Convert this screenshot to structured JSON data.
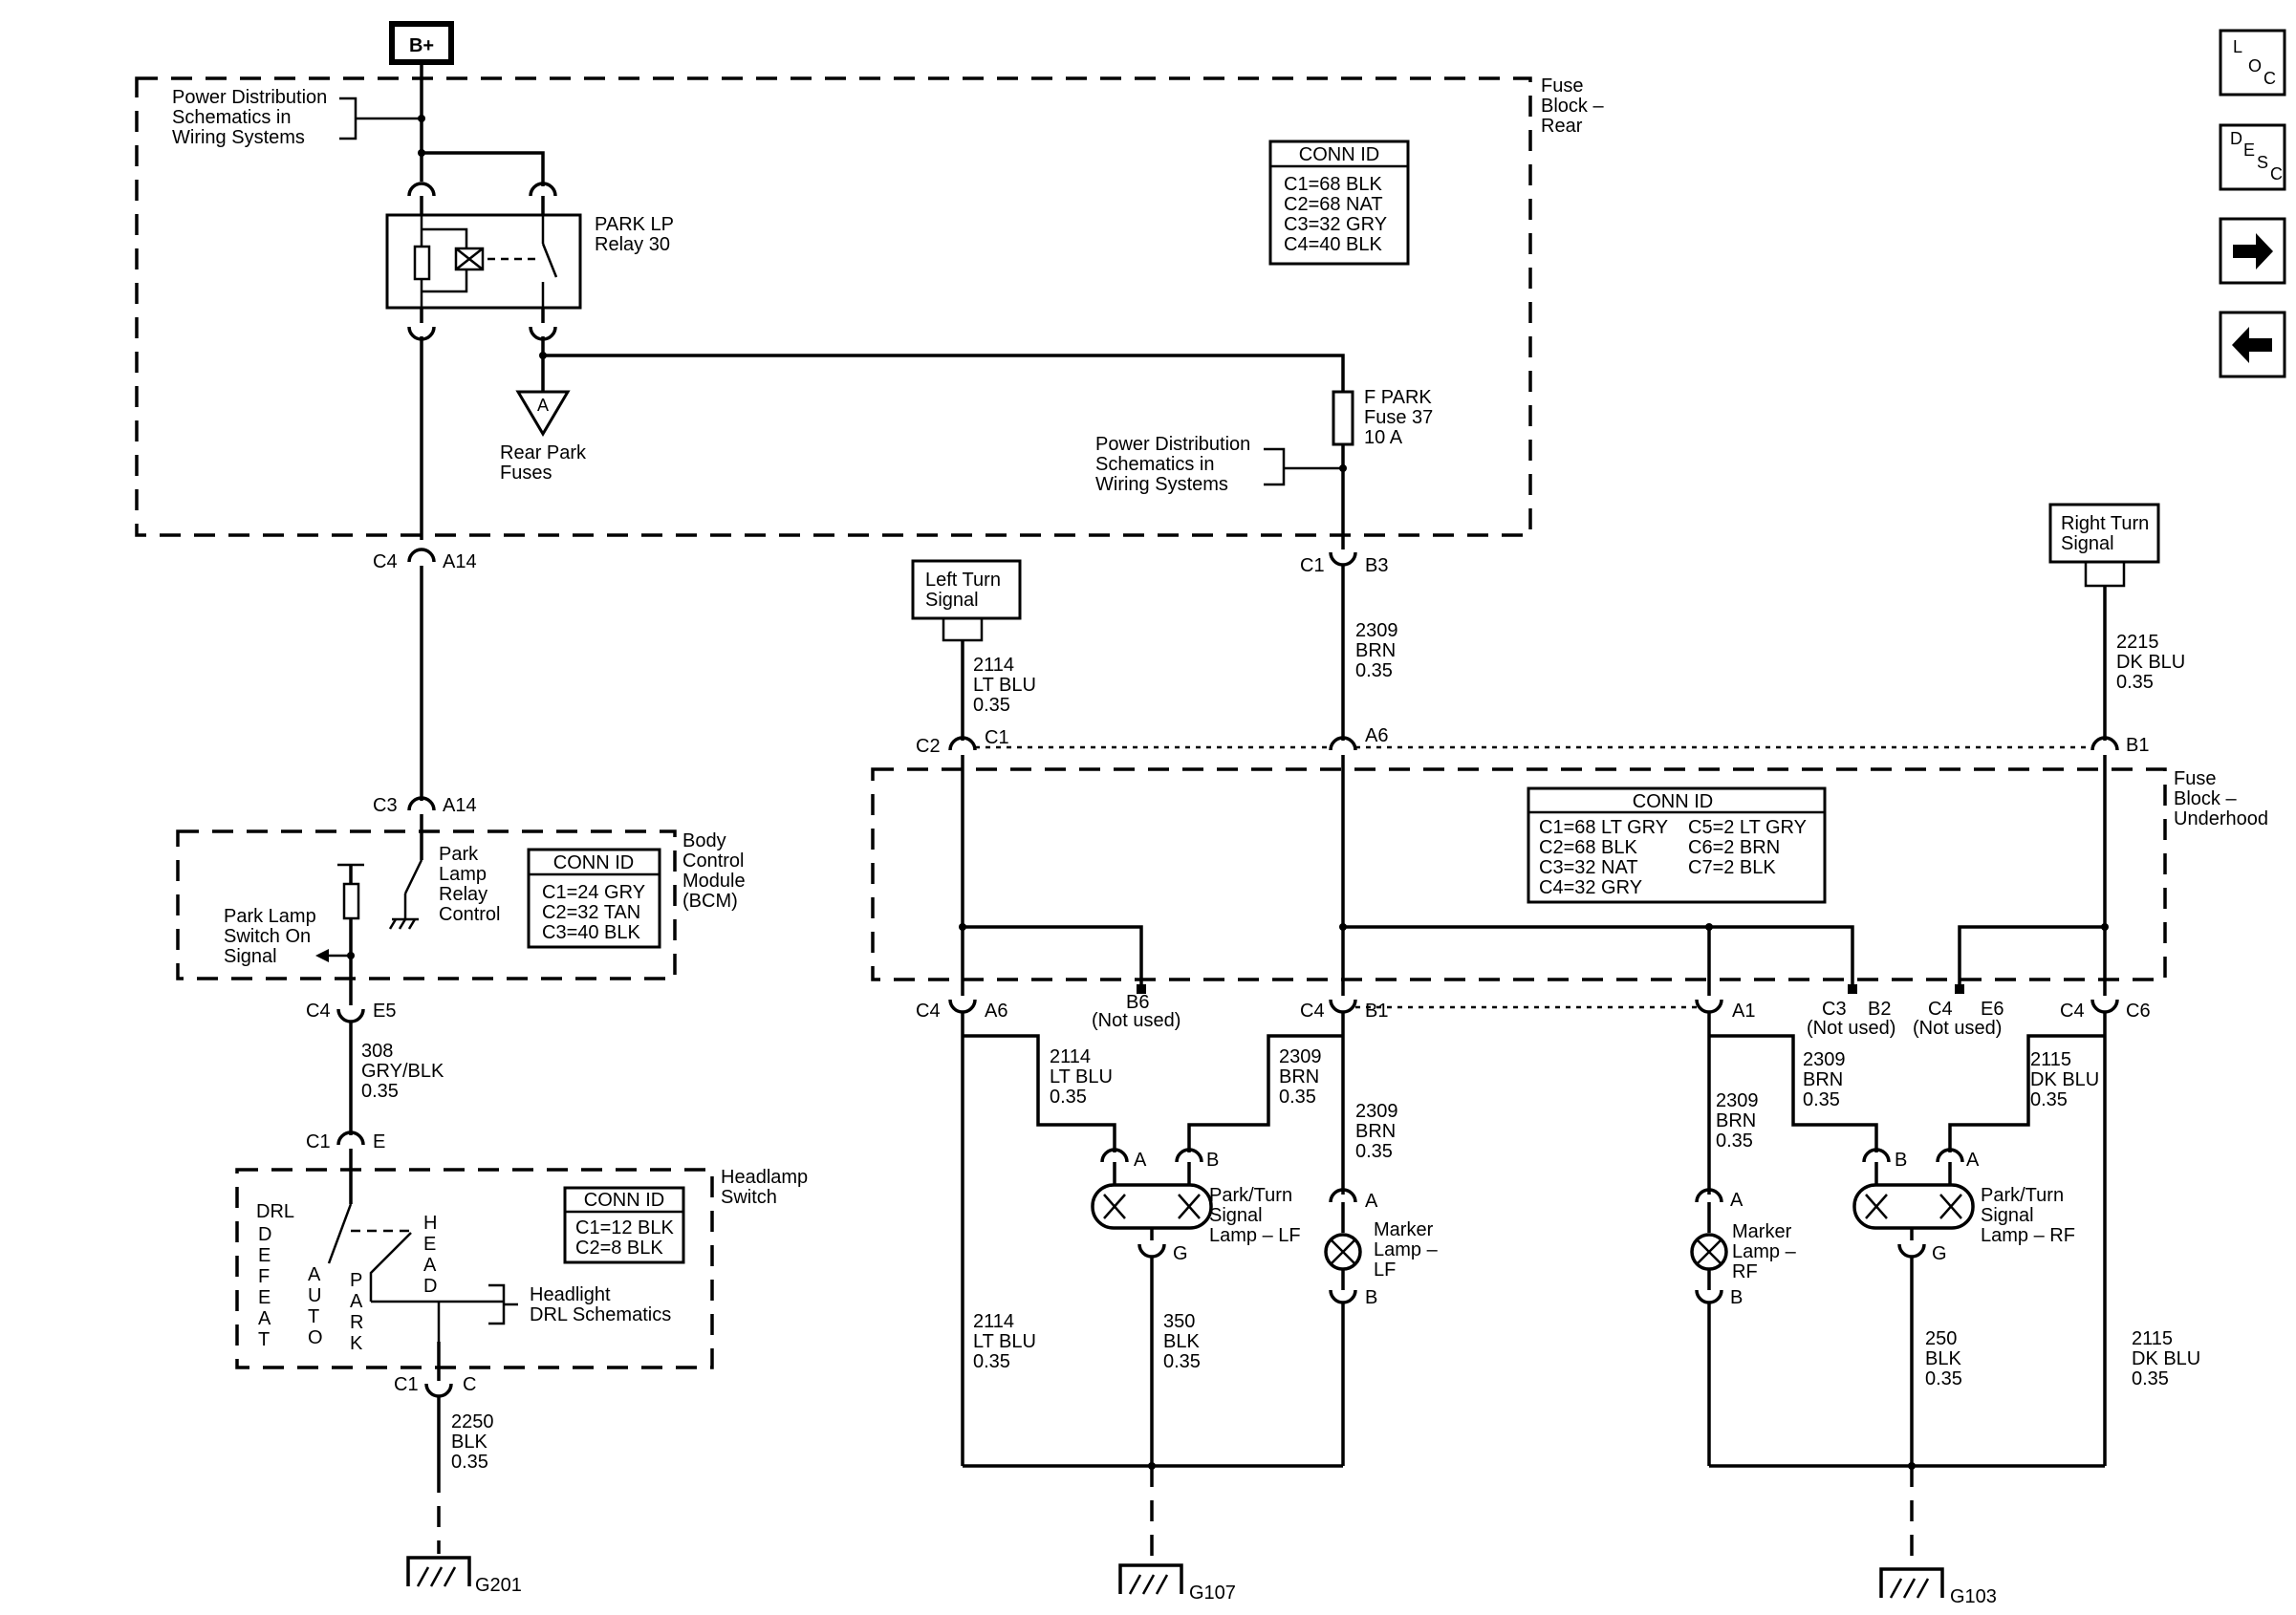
{
  "power": {
    "bplus": "B+"
  },
  "fuse_block_rear": {
    "title_lines": [
      "Fuse",
      "Block –",
      "Rear"
    ],
    "pd_note_1": [
      "Power Distribution",
      "Schematics in",
      "Wiring Systems"
    ],
    "relay_lines": [
      "PARK LP",
      "Relay 30"
    ],
    "rear_park_terminal": "A",
    "rear_park_lines": [
      "Rear Park",
      "Fuses"
    ],
    "fuse_lines": [
      "F PARK",
      "Fuse 37",
      "10 A"
    ],
    "pd_note_2": [
      "Power Distribution",
      "Schematics in",
      "Wiring Systems"
    ],
    "conn_title": "CONN ID",
    "conn_rows": [
      "C1=68 BLK",
      "C2=68 NAT",
      "C3=32 GRY",
      "C4=40 BLK"
    ]
  },
  "connectors": {
    "c4_a14": [
      "C4",
      "A14"
    ],
    "c3_a14": [
      "C3",
      "A14"
    ],
    "c4_e5": [
      "C4",
      "E5"
    ],
    "c1_e": [
      "C1",
      "E"
    ],
    "c1_c": [
      "C1",
      "C"
    ],
    "c1_b3": [
      "C1",
      "B3"
    ],
    "c2_c1": [
      "C2",
      "C1"
    ],
    "a6": "A6",
    "b1_top": "B1",
    "c4_a6": [
      "C4",
      "A6"
    ],
    "c4_b1": [
      "C4",
      "B1"
    ],
    "a1": "A1",
    "c3_b2": [
      "C3",
      "B2"
    ],
    "c4_e6": [
      "C4",
      "E6"
    ],
    "c4_c6": [
      "C4",
      "C6"
    ],
    "b6": "B6",
    "not_used": "(Not used)"
  },
  "bcm": {
    "title_lines": [
      "Body",
      "Control",
      "Module",
      "(BCM)"
    ],
    "relay_ctl_lines": [
      "Park",
      "Lamp",
      "Relay",
      "Control"
    ],
    "switch_sig_lines": [
      "Park Lamp",
      "Switch On",
      "Signal"
    ],
    "conn_title": "CONN ID",
    "conn_rows": [
      "C1=24 GRY",
      "C2=32 TAN",
      "C3=40 BLK"
    ]
  },
  "headlamp_switch": {
    "title_lines": [
      "Headlamp",
      "Switch"
    ],
    "drl": "DRL",
    "defeat_letters": [
      "D",
      "E",
      "F",
      "E",
      "A",
      "T"
    ],
    "auto_letters": [
      "A",
      "U",
      "T",
      "O"
    ],
    "park_letters": [
      "P",
      "A",
      "R",
      "K"
    ],
    "head_letters": [
      "H",
      "E",
      "A",
      "D"
    ],
    "schem_lines": [
      "Headlight",
      "DRL Schematics"
    ],
    "conn_title": "CONN ID",
    "conn_rows": [
      "C1=12 BLK",
      "C2=8 BLK"
    ]
  },
  "fuse_block_underhood": {
    "title_lines": [
      "Fuse",
      "Block –",
      "Underhood"
    ],
    "conn_title": "CONN ID",
    "conn_rows_left": [
      "C1=68 LT GRY",
      "C2=68 BLK",
      "C3=32 NAT",
      "C4=32 GRY"
    ],
    "conn_rows_right": [
      "C5=2 LT GRY",
      "C6=2 BRN",
      "C7=2 BLK"
    ]
  },
  "signals": {
    "left_turn": [
      "Left Turn",
      "Signal"
    ],
    "right_turn": [
      "Right Turn",
      "Signal"
    ]
  },
  "wires": {
    "w308": [
      "308",
      "GRY/BLK",
      "0.35"
    ],
    "w2250": [
      "2250",
      "BLK",
      "0.35"
    ],
    "w2114_top": [
      "2114",
      "LT BLU",
      "0.35"
    ],
    "w2309_top": [
      "2309",
      "BRN",
      "0.35"
    ],
    "w2215": [
      "2215",
      "DK BLU",
      "0.35"
    ],
    "w2114_mid": [
      "2114",
      "LT BLU",
      "0.35"
    ],
    "w2309_mid_l": [
      "2309",
      "BRN",
      "0.35"
    ],
    "w2309_mk_l": [
      "2309",
      "BRN",
      "0.35"
    ],
    "w2309_mk_r": [
      "2309",
      "BRN",
      "0.35"
    ],
    "w2309_mid_r": [
      "2309",
      "BRN",
      "0.35"
    ],
    "w2115_mid": [
      "2115",
      "DK BLU",
      "0.35"
    ],
    "w2114_bot": [
      "2114",
      "LT BLU",
      "0.35"
    ],
    "w350": [
      "350",
      "BLK",
      "0.35"
    ],
    "w250": [
      "250",
      "BLK",
      "0.35"
    ],
    "w2115_bot": [
      "2115",
      "DK BLU",
      "0.35"
    ]
  },
  "lamps": {
    "park_turn_lf": [
      "Park/Turn",
      "Signal",
      "Lamp – LF"
    ],
    "park_turn_rf": [
      "Park/Turn",
      "Signal",
      "Lamp – RF"
    ],
    "marker_lf": [
      "Marker",
      "Lamp –",
      "LF"
    ],
    "marker_rf": [
      "Marker",
      "Lamp –",
      "RF"
    ],
    "pin_a": "A",
    "pin_b": "B",
    "pin_g": "G"
  },
  "grounds": {
    "g201": "G201",
    "g107": "G107",
    "g103": "G103"
  },
  "nav": {
    "loc": [
      "L",
      "O",
      "C"
    ],
    "desc": [
      "D",
      "E",
      "S",
      "C"
    ],
    "next_icon": "arrow-right-icon",
    "prev_icon": "arrow-left-icon"
  }
}
